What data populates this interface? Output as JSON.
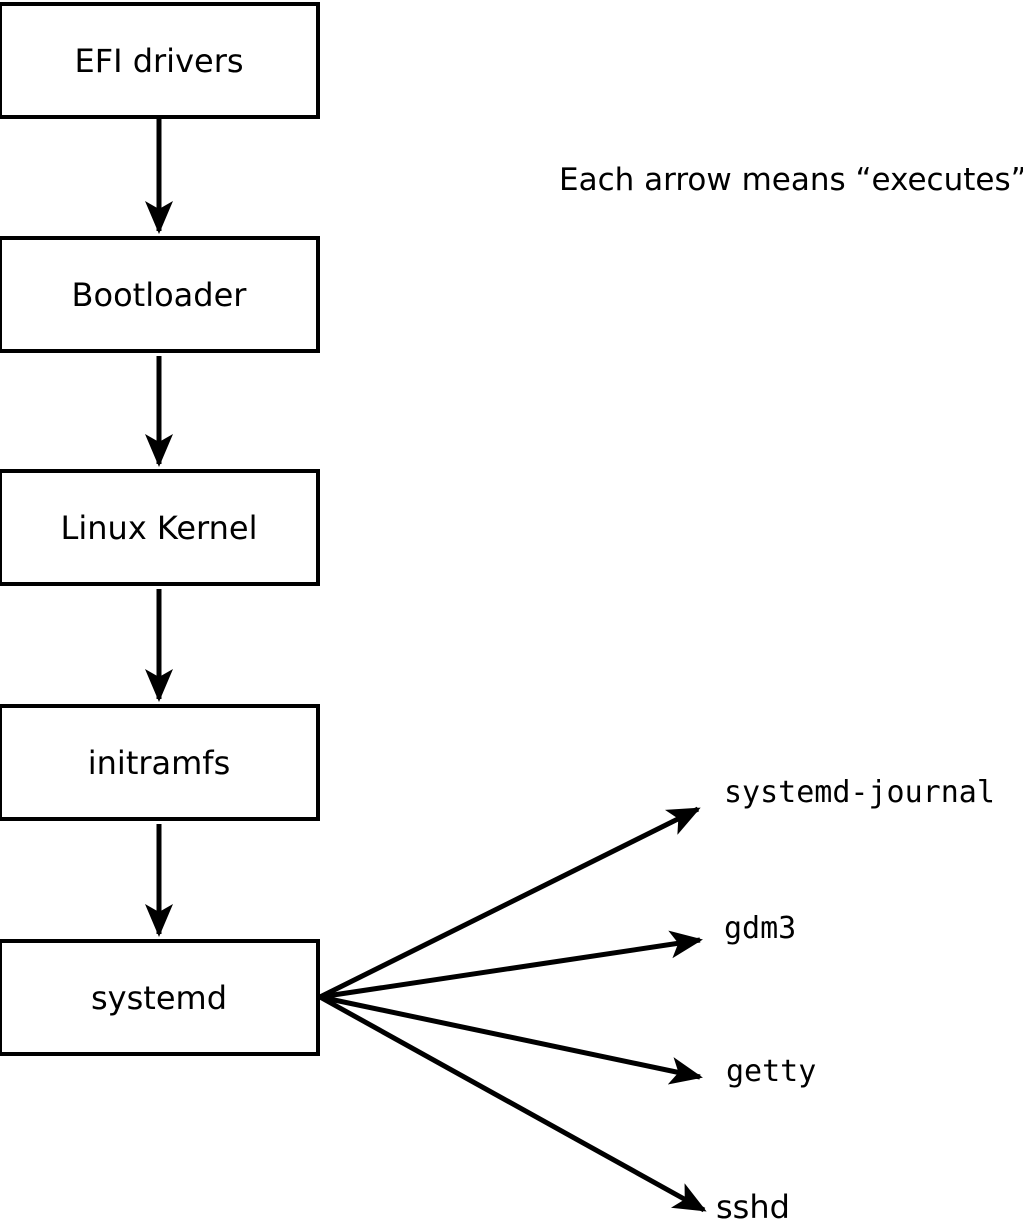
{
  "diagram": {
    "annotation": "Each arrow means “executes”.",
    "arrow_meaning": "executes",
    "chain_nodes": [
      {
        "id": "efi-drivers",
        "label": "EFI drivers"
      },
      {
        "id": "bootloader",
        "label": "Bootloader"
      },
      {
        "id": "linux-kernel",
        "label": "Linux Kernel"
      },
      {
        "id": "initramfs",
        "label": "initramfs"
      },
      {
        "id": "systemd",
        "label": "systemd"
      }
    ],
    "spawned_processes": [
      {
        "id": "systemd-journal",
        "label": "systemd-journal"
      },
      {
        "id": "gdm3",
        "label": "gdm3"
      },
      {
        "id": "getty",
        "label": "getty"
      },
      {
        "id": "sshd",
        "label": "sshd"
      }
    ],
    "colors": {
      "line": "#000000",
      "box_border": "#000000",
      "box_fill": "#ffffff",
      "text": "#000000",
      "background": "#ffffff"
    }
  }
}
